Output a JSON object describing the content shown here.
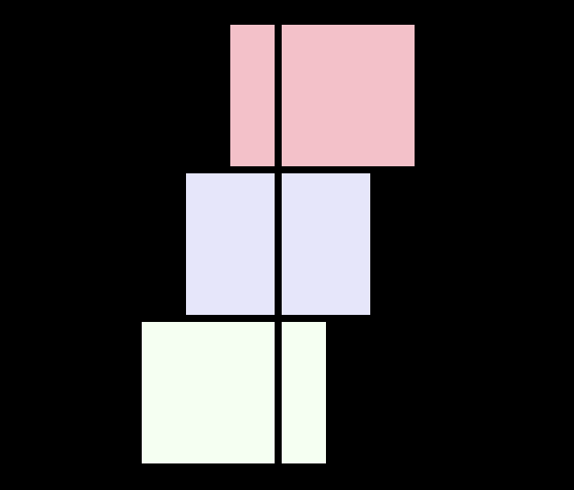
{
  "colors": {
    "background": "#000000",
    "block_pink": "#f3c1c9",
    "block_lavender": "#e6e6fa",
    "block_green": "#f5fff2",
    "divider": "#000000"
  },
  "blocks": [
    {
      "name": "pink-block",
      "color": "#f3c1c9"
    },
    {
      "name": "lavender-block",
      "color": "#e6e6fa"
    },
    {
      "name": "green-block",
      "color": "#f5fff2"
    }
  ]
}
